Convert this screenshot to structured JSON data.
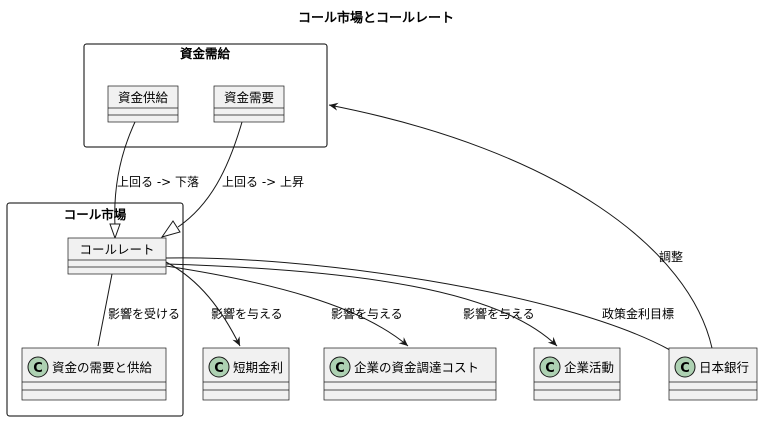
{
  "title": "コール市場とコールレート",
  "packages": {
    "supply_demand": {
      "title": "資金需給"
    },
    "call_market": {
      "title": "コール市場"
    }
  },
  "nodes": {
    "fund_supply": "資金供給",
    "fund_demand": "資金需要",
    "call_rate": "コールレート",
    "fund_sd": "資金の需要と供給",
    "short_rate": "短期金利",
    "funding_cost": "企業の資金調達コスト",
    "corp_activity": "企業活動",
    "boj": "日本銀行"
  },
  "badge_letter": "C",
  "edges": {
    "supply_to_rate": "上回る -> 下落",
    "demand_to_rate": "上回る -> 上昇",
    "rate_from_sd": "影響を受ける",
    "rate_to_short": "影響を与える",
    "rate_to_cost": "影響を与える",
    "rate_to_activity": "影響を与える",
    "boj_to_rate": "政策金利目標",
    "boj_to_sd": "調整"
  }
}
